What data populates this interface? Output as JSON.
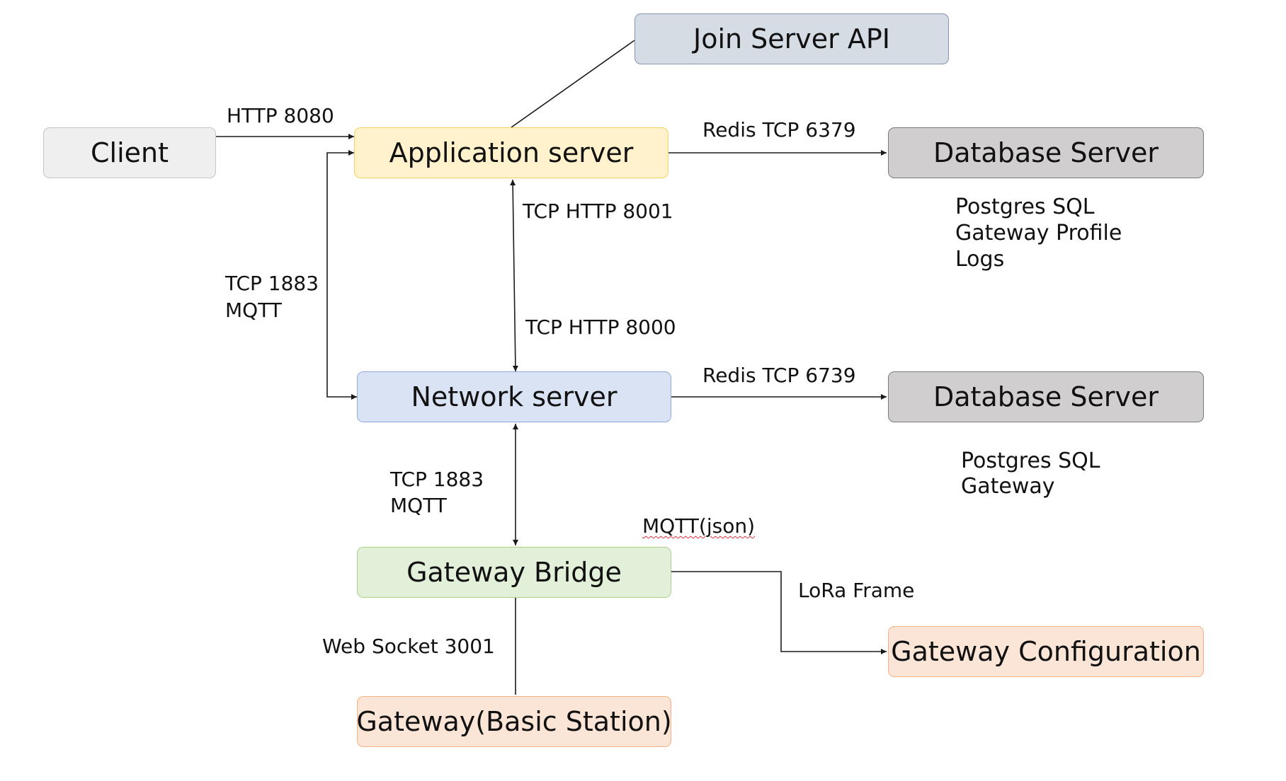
{
  "nodes": {
    "client": "Client",
    "app_server": "Application server",
    "join_server": "Join Server API",
    "db_server_1": "Database Server",
    "network_server": "Network server",
    "db_server_2": "Database Server",
    "gateway_bridge": "Gateway Bridge",
    "gateway_config": "Gateway Configuration",
    "gateway_station": "Gateway(Basic Station)"
  },
  "edges": {
    "client_app": "HTTP 8080",
    "app_db": "Redis TCP 6379",
    "app_to_net": "TCP HTTP 8001",
    "net_to_app": "TCP HTTP 8000",
    "mqtt_left_1": "TCP 1883",
    "mqtt_left_2": "MQTT",
    "net_db": "Redis TCP 6739",
    "net_bridge_1": "TCP 1883",
    "net_bridge_2": "MQTT",
    "bridge_mqtt_json": "MQTT(json)",
    "lora_frame": "LoRa Frame",
    "websocket": "Web Socket 3001"
  },
  "db_notes": {
    "db1": [
      "Postgres SQL",
      "Gateway Profile",
      "Logs"
    ],
    "db2": [
      "Postgres SQL",
      "Gateway"
    ]
  },
  "colors": {
    "client": "#efefef",
    "app_server": "#fff2cc",
    "join_server": "#d6dce4",
    "database": "#d0cece",
    "network_server": "#dae3f3",
    "gateway_bridge": "#e2f0d9",
    "gateway_orange": "#fbe5d6"
  }
}
